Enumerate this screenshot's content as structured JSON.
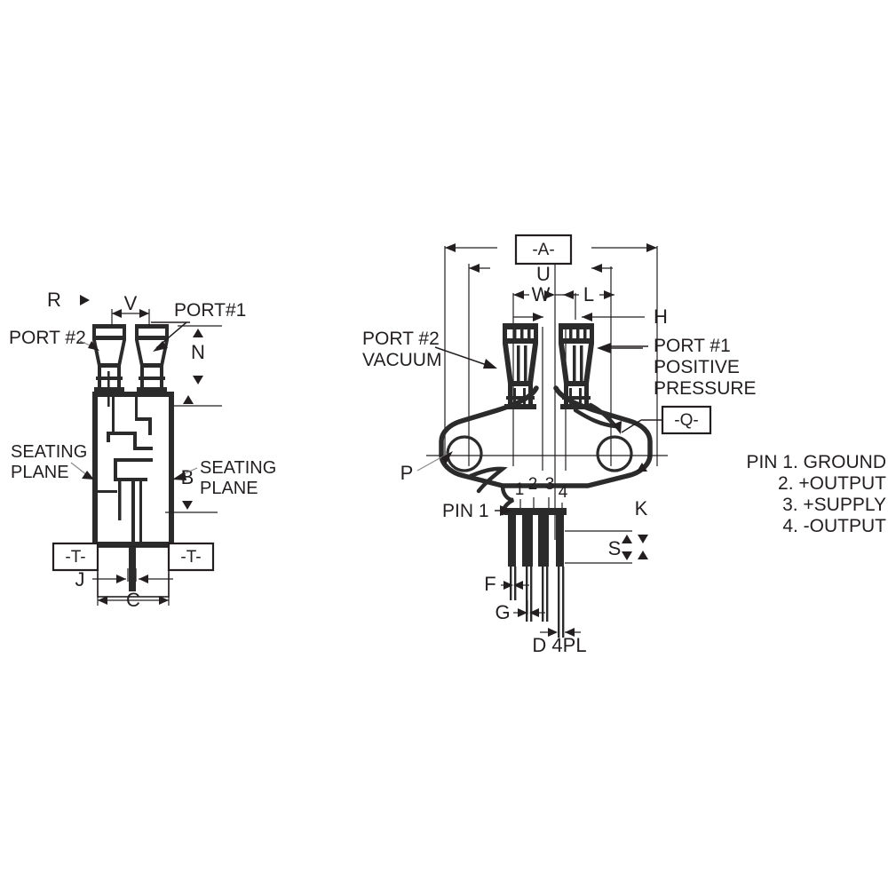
{
  "document": {
    "title": "Pressure Sensor Package Outline Drawing",
    "background_color": "#ffffff",
    "ink_color": "#231f20",
    "fill_color": "#2b2b2b"
  },
  "left_view": {
    "name": "side-elevation-view",
    "labels": {
      "r": "R",
      "v": "V",
      "n": "N",
      "b": "B",
      "c": "C",
      "j": "J",
      "port1": "PORT#1",
      "port2": "PORT #2",
      "seating_plane_left_line1": "SEATING",
      "seating_plane_left_line2": "PLANE",
      "seating_plane_right_line1": "SEATING",
      "seating_plane_right_line2": "PLANE",
      "datum_t_left": "-T-",
      "datum_t_right": "-T-"
    }
  },
  "right_view": {
    "name": "top-plan-view",
    "labels": {
      "datum_a": "-A-",
      "datum_q": "-Q-",
      "u": "U",
      "w": "W",
      "l": "L",
      "h": "H",
      "p": "P",
      "k": "K",
      "s": "S",
      "f": "F",
      "g": "G",
      "d_4pl": "D 4PL",
      "pin1_callout": "PIN 1",
      "port2_line1": "PORT #2",
      "port2_line2": "VACUUM",
      "port1_line1": "PORT #1",
      "port1_line2": "POSITIVE",
      "port1_line3": "PRESSURE"
    },
    "pin_numbers": [
      "1",
      "2",
      "3",
      "4"
    ]
  },
  "pin_legend": {
    "name": "pin-assignment-legend",
    "lines": [
      "PIN 1. GROUND",
      "2. +OUTPUT",
      "3. +SUPPLY",
      "4. -OUTPUT"
    ]
  }
}
